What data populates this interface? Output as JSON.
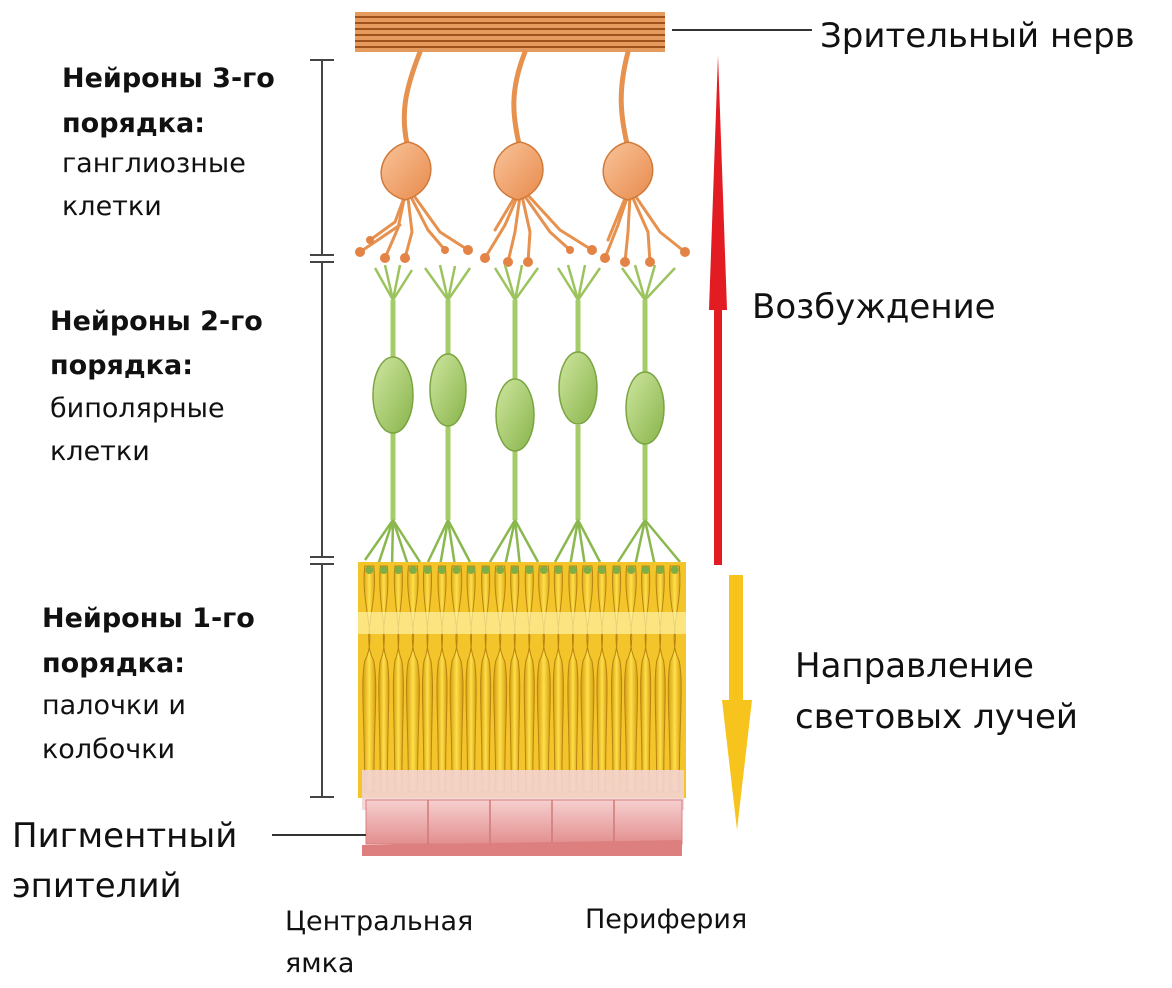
{
  "labels": {
    "optic_nerve": "Зрительный нерв",
    "excitation": "Возбуждение",
    "light_direction": [
      "Направление",
      "световых лучей"
    ],
    "pigment_epithelium": [
      "Пигментный",
      "эпителий"
    ],
    "fovea": [
      "Центральная",
      "ямка"
    ],
    "periphery": "Периферия"
  },
  "layers": [
    {
      "title": [
        "Нейроны 3-го",
        "порядка:"
      ],
      "desc": [
        "ганглиозные",
        "клетки"
      ]
    },
    {
      "title": [
        "Нейроны 2-го",
        "порядка:"
      ],
      "desc": [
        "биполярные",
        "клетки"
      ]
    },
    {
      "title": [
        "Нейроны 1-го",
        "порядка:"
      ],
      "desc": [
        "палочки и",
        "колбочки"
      ]
    }
  ],
  "colors": {
    "ganglion": "#f2a26a",
    "bipolar": "#a6cc6a",
    "photoreceptor": "#f2c51c",
    "pigment": "#eb9393",
    "excitation_arrow": "#e31b23",
    "light_arrow": "#f6c41c"
  }
}
